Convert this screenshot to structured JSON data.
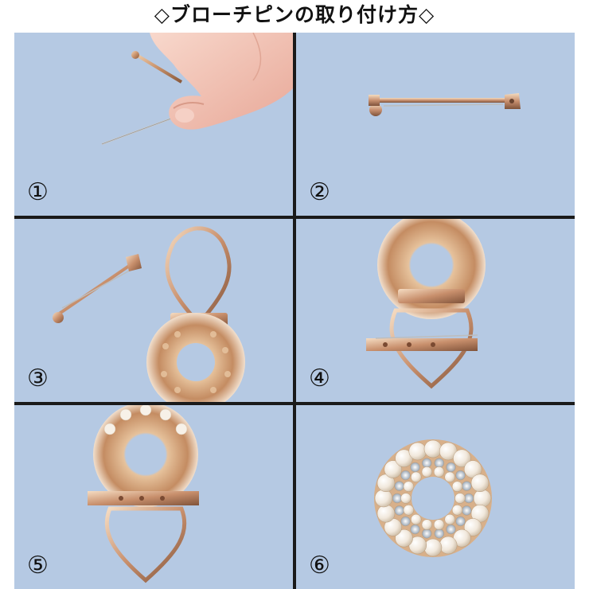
{
  "title": "◇ブローチピンの取り付け方◇",
  "steps": [
    {
      "number": "①"
    },
    {
      "number": "②"
    },
    {
      "number": "③"
    },
    {
      "number": "④"
    },
    {
      "number": "⑤"
    },
    {
      "number": "⑥"
    }
  ],
  "colors": {
    "panel_bg": "#b5c9e3",
    "divider": "#1a1a1a",
    "gold": "#d4a574",
    "pearl": "#f5efe6",
    "skin": "#f2c6b8"
  }
}
